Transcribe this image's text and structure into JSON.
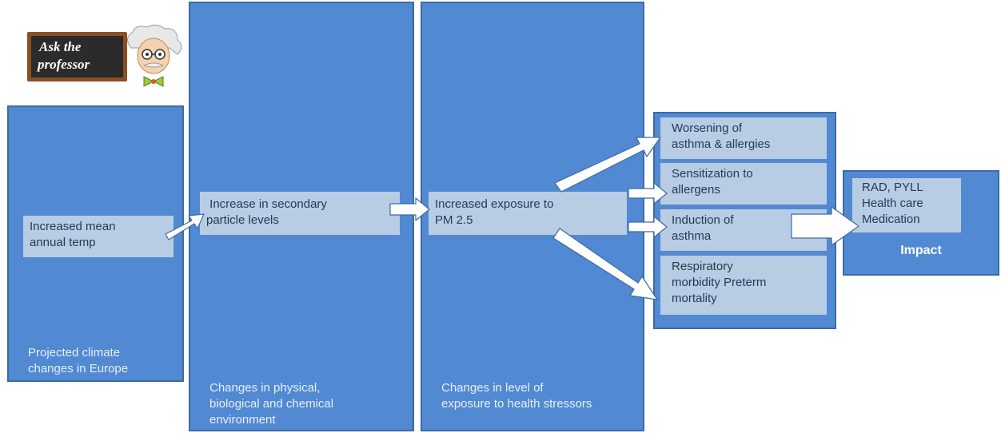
{
  "logo": {
    "line1": "Ask the",
    "line2": "professor",
    "icon": "professor-cartoon-icon"
  },
  "columns": [
    {
      "caption_l1": "Projected climate",
      "caption_l2": "changes in Europe",
      "caption_l3": "",
      "box_l1": "Increased mean",
      "box_l2": "annual temp"
    },
    {
      "caption_l1": "Changes in physical,",
      "caption_l2": "biological and chemical",
      "caption_l3": "environment",
      "box_l1": " Increase in secondary",
      "box_l2": "particle levels"
    },
    {
      "caption_l1": "Changes in level of",
      "caption_l2": "exposure to health stressors",
      "caption_l3": "",
      "box_l1": "Increased exposure to",
      "box_l2": "PM 2.5"
    }
  ],
  "effects": [
    {
      "l1": "Worsening of",
      "l2": "asthma & allergies",
      "l3": ""
    },
    {
      "l1": "Sensitization to",
      "l2": "allergens",
      "l3": ""
    },
    {
      "l1": "Induction of",
      "l2": "asthma",
      "l3": ""
    },
    {
      "l1": "Respiratory",
      "l2": "morbidity Preterm",
      "l3": "mortality"
    }
  ],
  "impact": {
    "l1": "RAD, PYLL",
    "l2": "Health care",
    "l3": "Medication",
    "label": "Impact"
  },
  "colors": {
    "column_fill": "#5189d2",
    "column_border": "#3d6aa5",
    "inner_box": "#b8cce4",
    "arrow_fill": "#ffffff"
  }
}
